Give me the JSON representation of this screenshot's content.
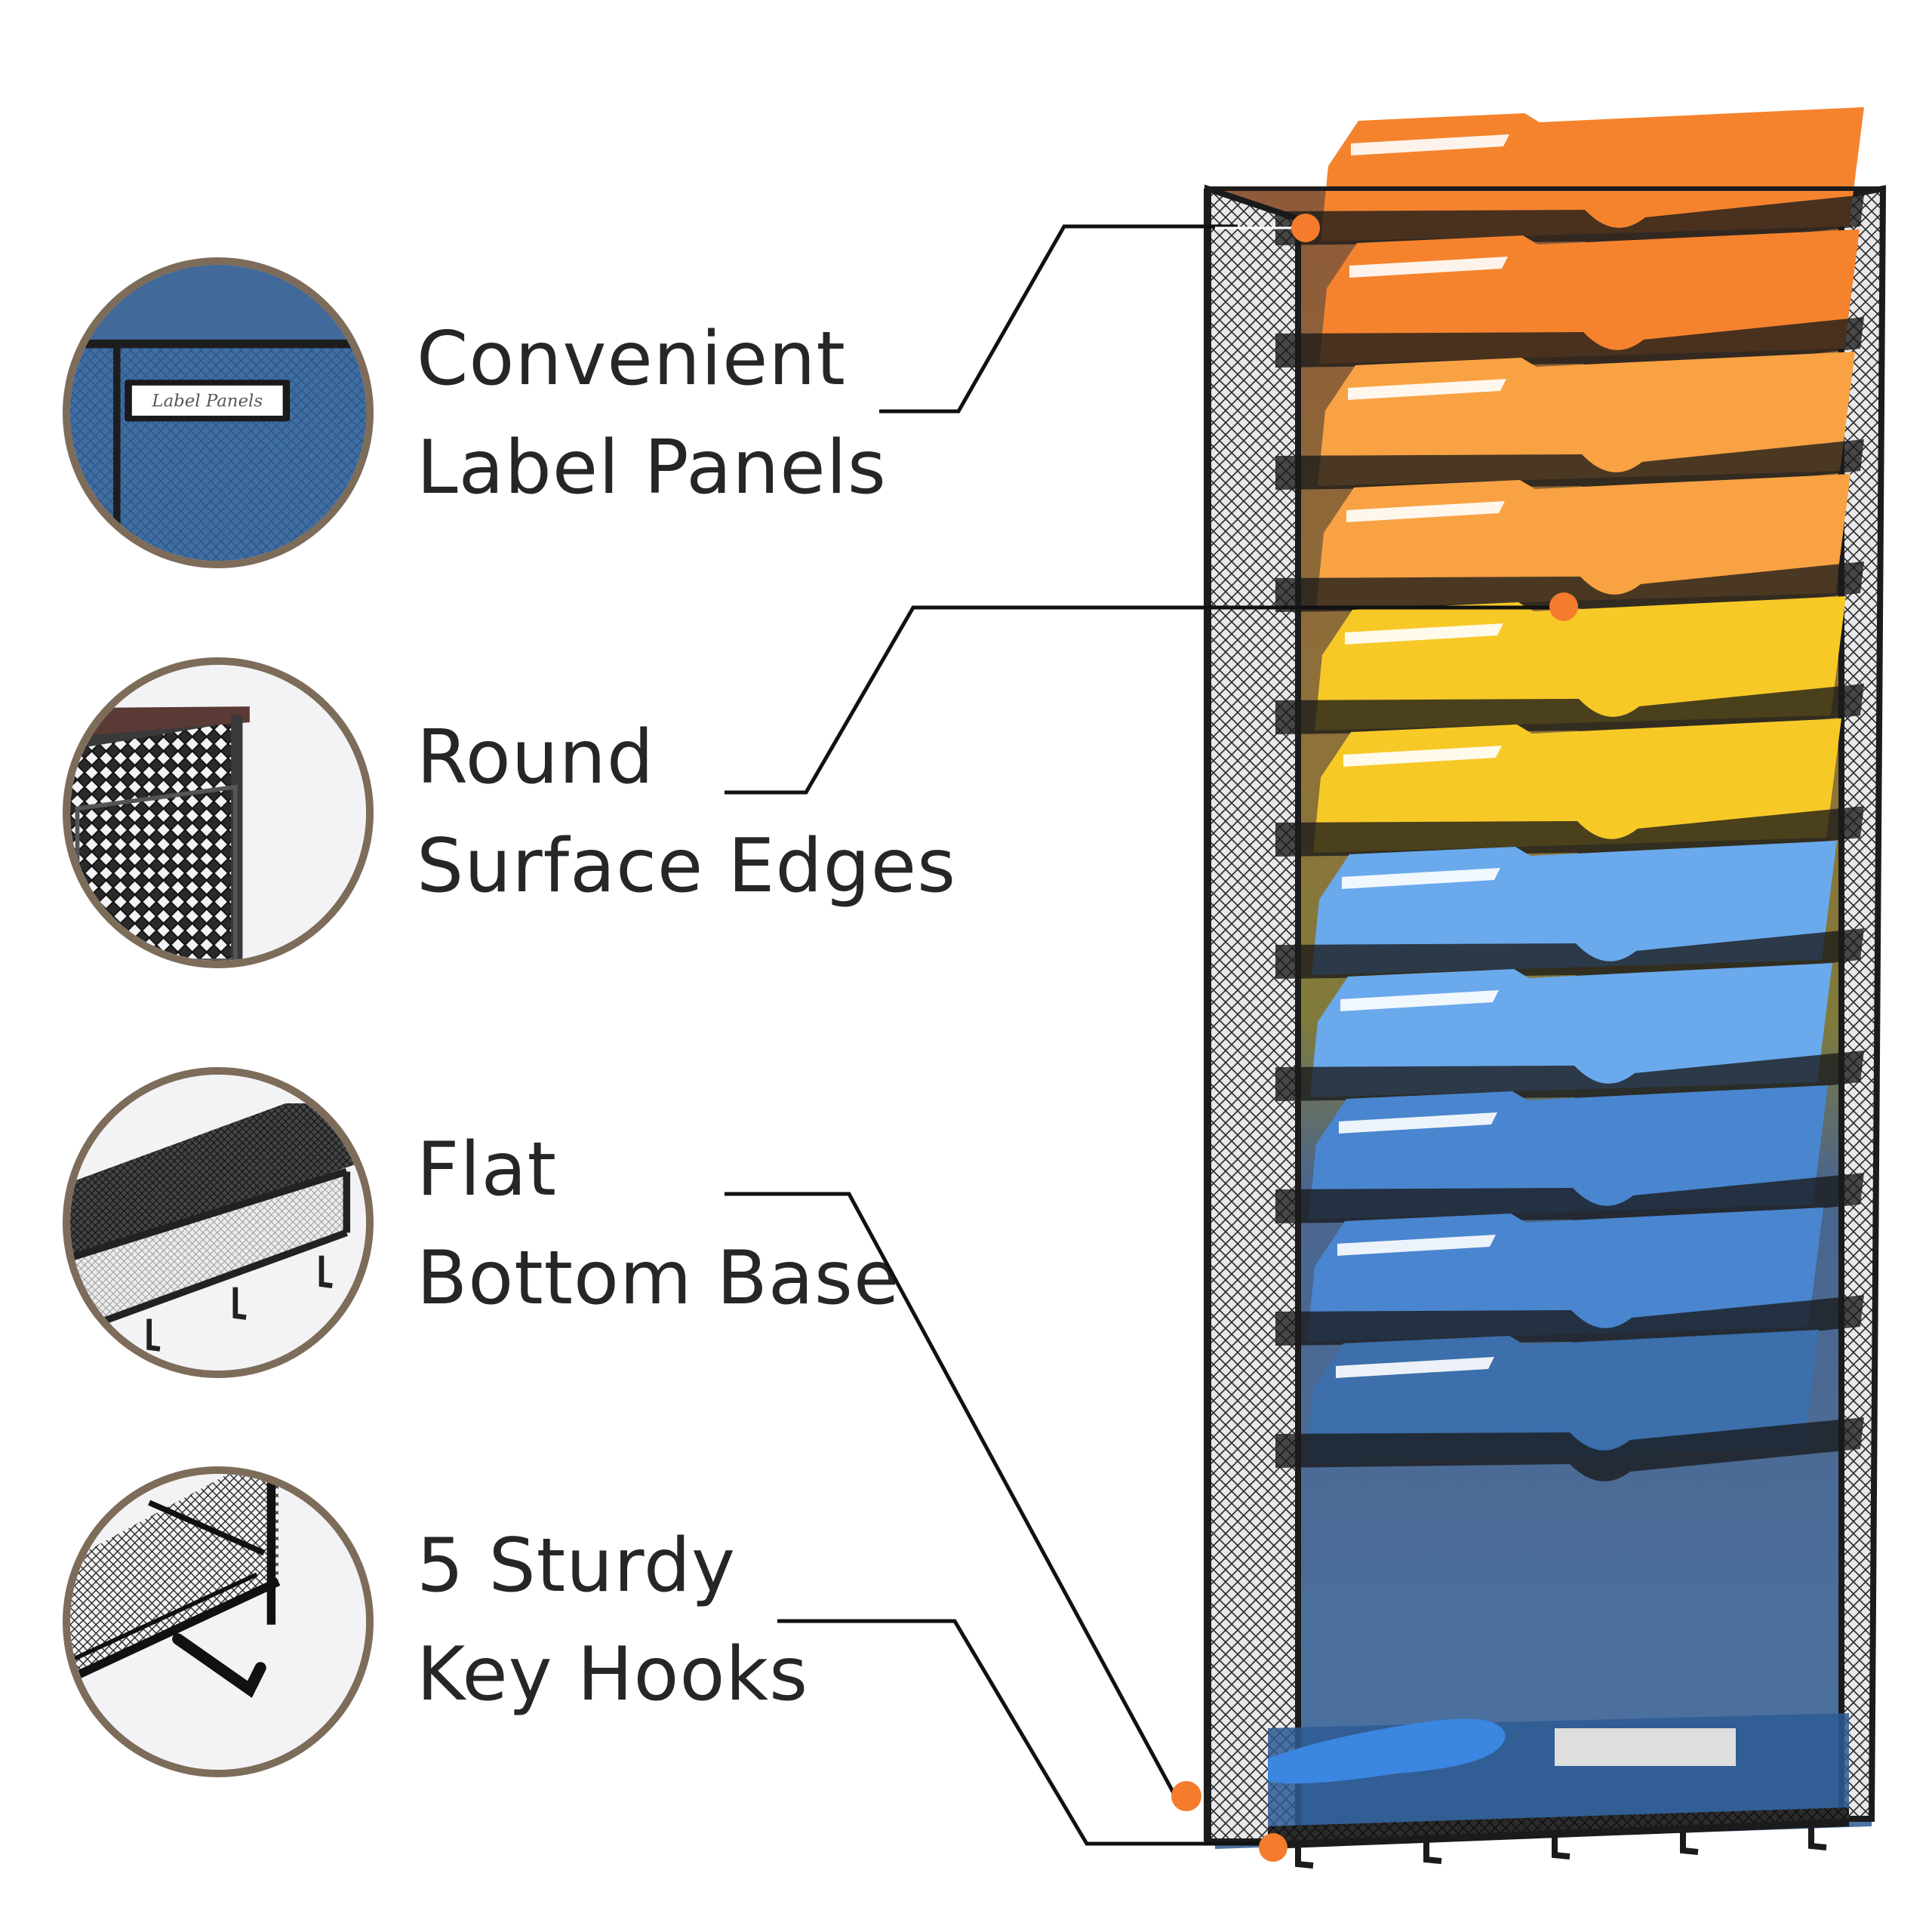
{
  "features": [
    {
      "line1": "Convenient",
      "line2": "Label Panels"
    },
    {
      "line1": "Round",
      "line2": "Surface Edges"
    },
    {
      "line1": "Flat",
      "line2": "Bottom Base"
    },
    {
      "line1": "5 Sturdy",
      "line2": "Key Hooks"
    }
  ],
  "detail_tag_text": "Label Panels",
  "colors": {
    "accent_dot": "#f47c2c",
    "circle_border": "#7d6c5a",
    "text": "#262626",
    "folder_orange": "#f5832e",
    "folder_light_orange": "#f8a243",
    "folder_yellow": "#f7c927",
    "folder_light_blue": "#6aa9ec",
    "folder_blue": "#4a86cf",
    "folder_dark_blue": "#3c6fab",
    "rack_frame": "#1b1b1b"
  }
}
